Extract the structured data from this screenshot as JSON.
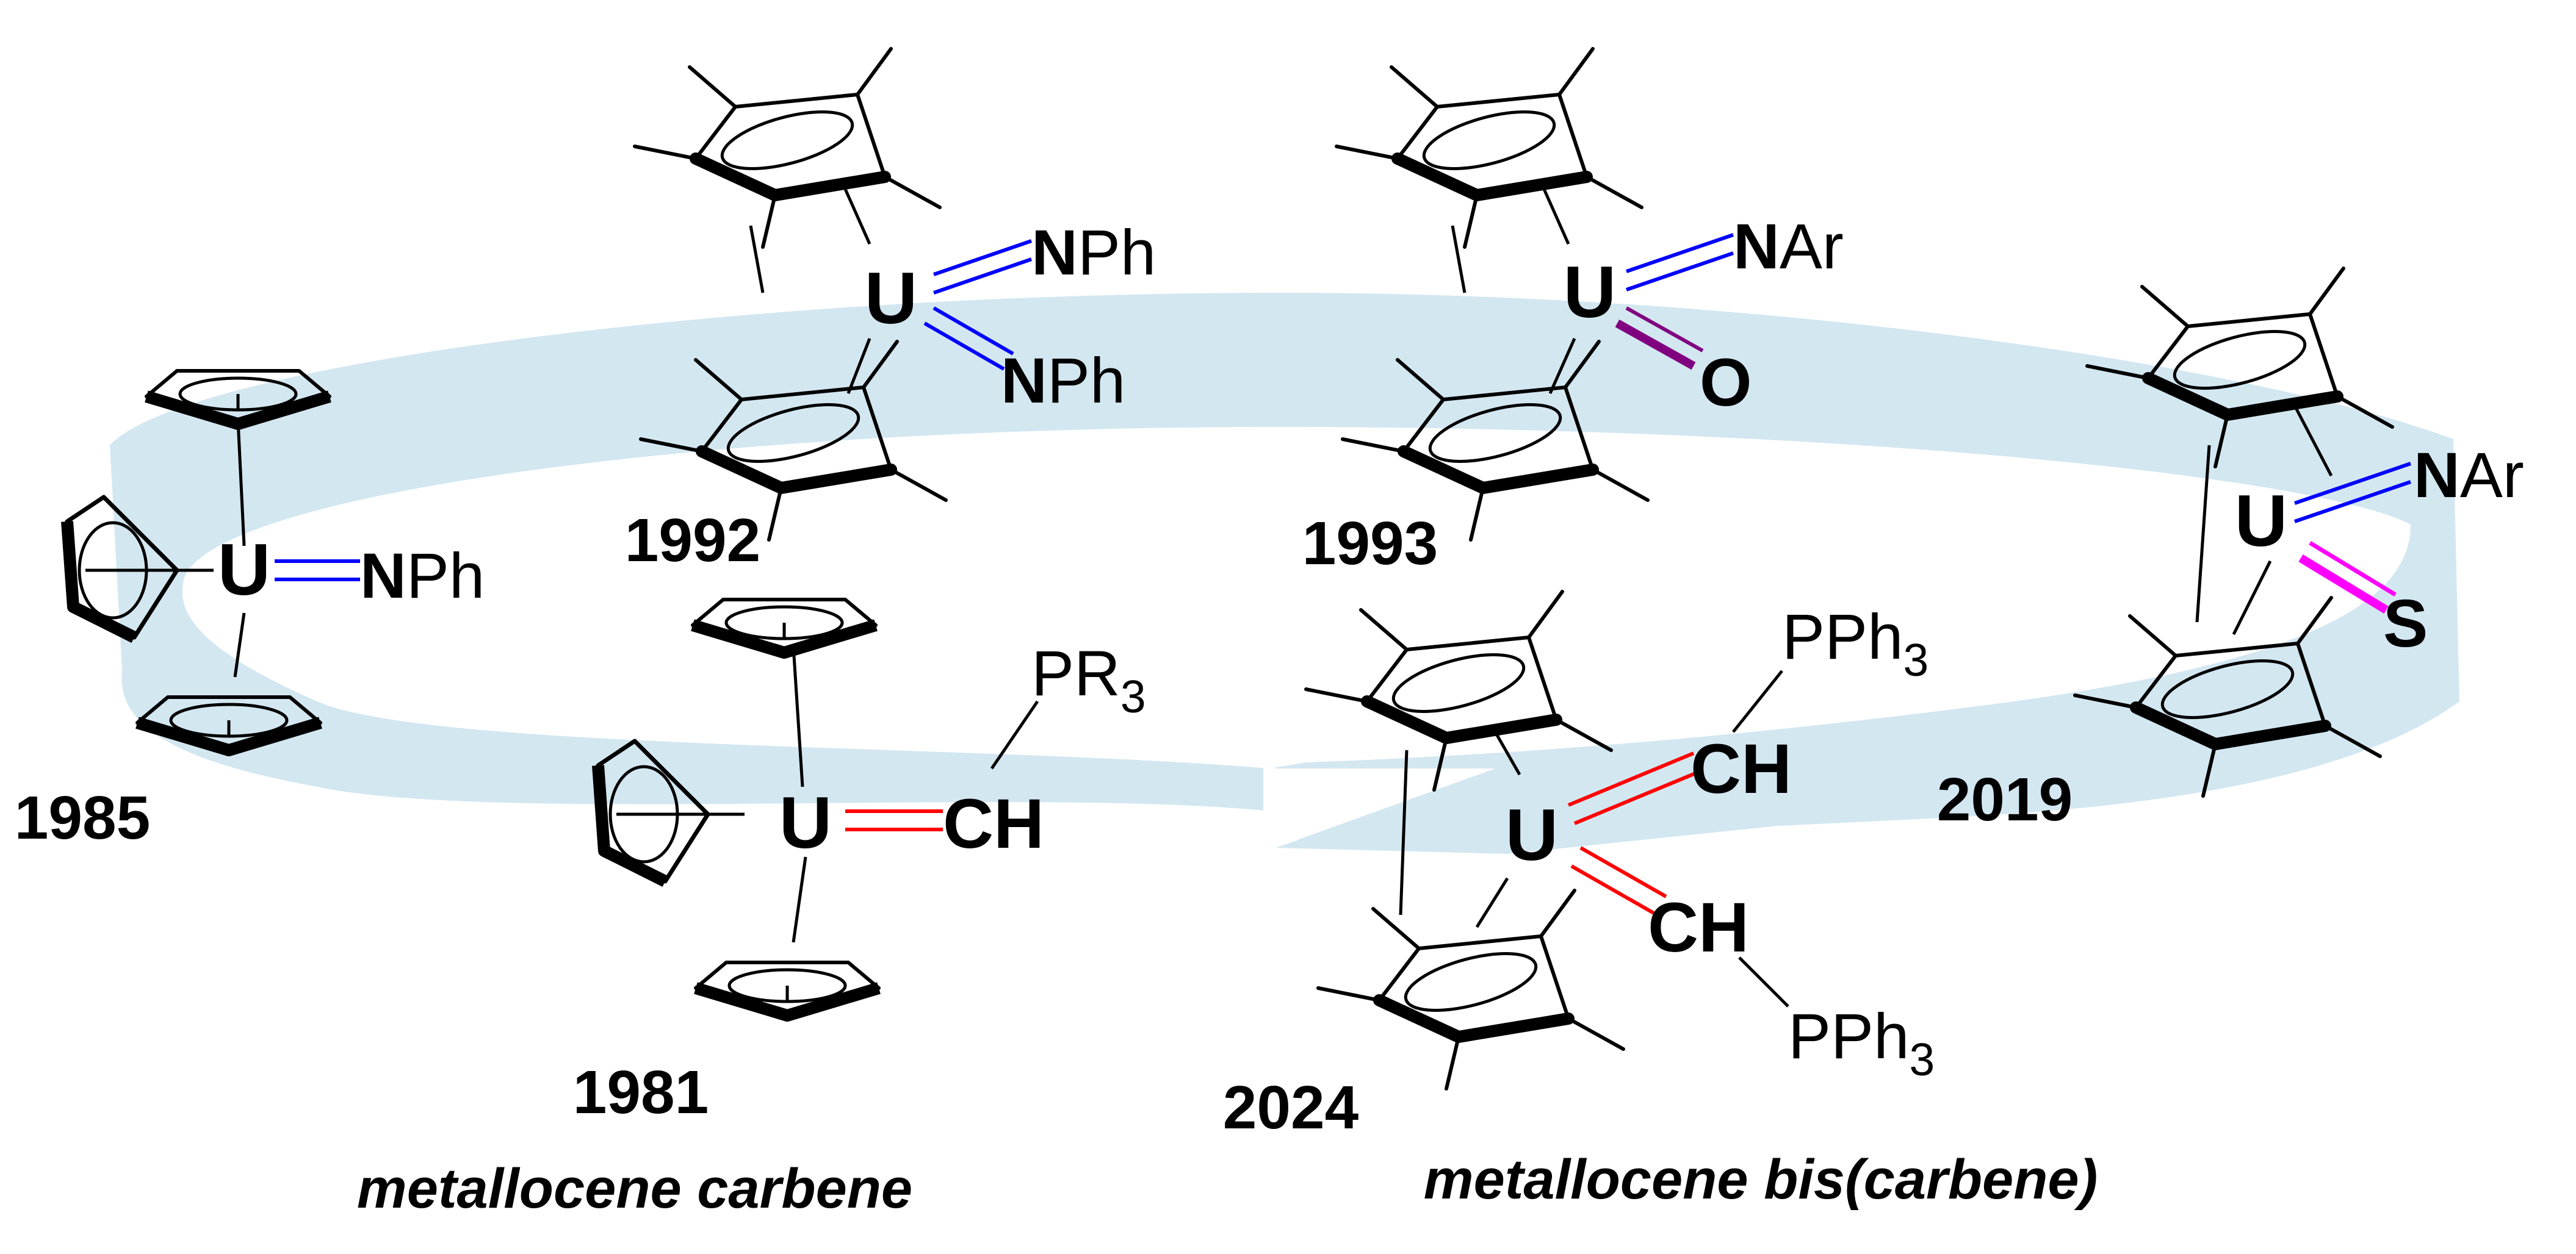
{
  "labels": {
    "U": "U",
    "NPh": "NPh",
    "N": "N",
    "Ph": "Ph",
    "Ar": "Ar",
    "O": "O",
    "S": "S",
    "CH": "CH",
    "PR": "PR",
    "PPh": "PPh",
    "sub3": "3"
  },
  "years": {
    "y1981": "1981",
    "y1985": "1985",
    "y1992": "1992",
    "y1993": "1993",
    "y2019": "2019",
    "y2024": "2024"
  },
  "captions": {
    "left": "metallocene carbene",
    "right": "metallocene bis(carbene)"
  },
  "colors": {
    "uranium": "#1e7b1e",
    "nitrogen": "#0000ff",
    "oxygen": "#800080",
    "sulfur": "#ff00ff",
    "carbene": "#ff0000",
    "phosphorus": "#ff8c00",
    "band": "#d3e7f1",
    "highlight": "#ff0000"
  }
}
